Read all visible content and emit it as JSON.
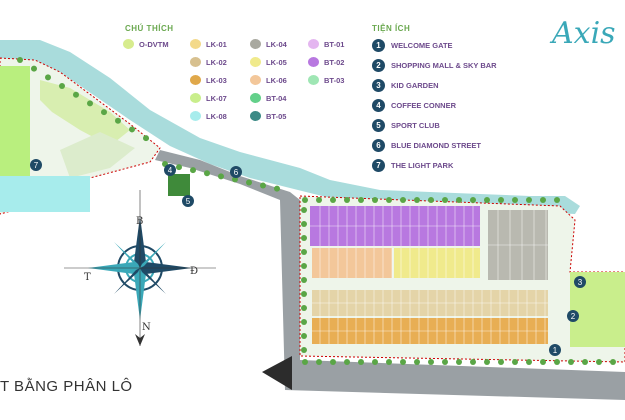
{
  "legend": {
    "title": "CHÚ THÍCH",
    "items": [
      {
        "label": "O-DVTM",
        "color": "#d7ec8e"
      },
      {
        "label": "LK-01",
        "color": "#f3d98a"
      },
      {
        "label": "LK-04",
        "color": "#a9a9a0"
      },
      {
        "label": "BT-01",
        "color": "#e4b6f0"
      },
      {
        "label": "LK-02",
        "color": "#d7c08f"
      },
      {
        "label": "LK-05",
        "color": "#f0ea8c"
      },
      {
        "label": "BT-02",
        "color": "#b878e0"
      },
      {
        "label": "LK-03",
        "color": "#e0a84a"
      },
      {
        "label": "LK-06",
        "color": "#f3c79a"
      },
      {
        "label": "BT-03",
        "color": "#9fe6b4"
      },
      {
        "label": "LK-07",
        "color": "#c9ee8c"
      },
      {
        "label": "BT-04",
        "color": "#63d08a"
      },
      {
        "label": "LK-08",
        "color": "#a7ecec"
      },
      {
        "label": "BT-05",
        "color": "#3c8a86"
      }
    ]
  },
  "amenities": {
    "title": "TIỆN ÍCH",
    "items": [
      {
        "num": "1",
        "label": "WELCOME GATE"
      },
      {
        "num": "2",
        "label": "SHOPPING MALL & SKY BAR"
      },
      {
        "num": "3",
        "label": "KID GARDEN"
      },
      {
        "num": "4",
        "label": "COFFEE CONNER"
      },
      {
        "num": "5",
        "label": "SPORT CLUB"
      },
      {
        "num": "6",
        "label": "BLUE DIAMOND STREET"
      },
      {
        "num": "7",
        "label": "THE LIGHT PARK"
      }
    ]
  },
  "brand": "Axis",
  "plan_title": "T BẰNG PHÂN LÔ",
  "compass": {
    "north": "B",
    "south": "N",
    "east": "Đ",
    "west": "T"
  },
  "map_markers": [
    "1",
    "2",
    "3",
    "4",
    "5",
    "6",
    "7"
  ]
}
